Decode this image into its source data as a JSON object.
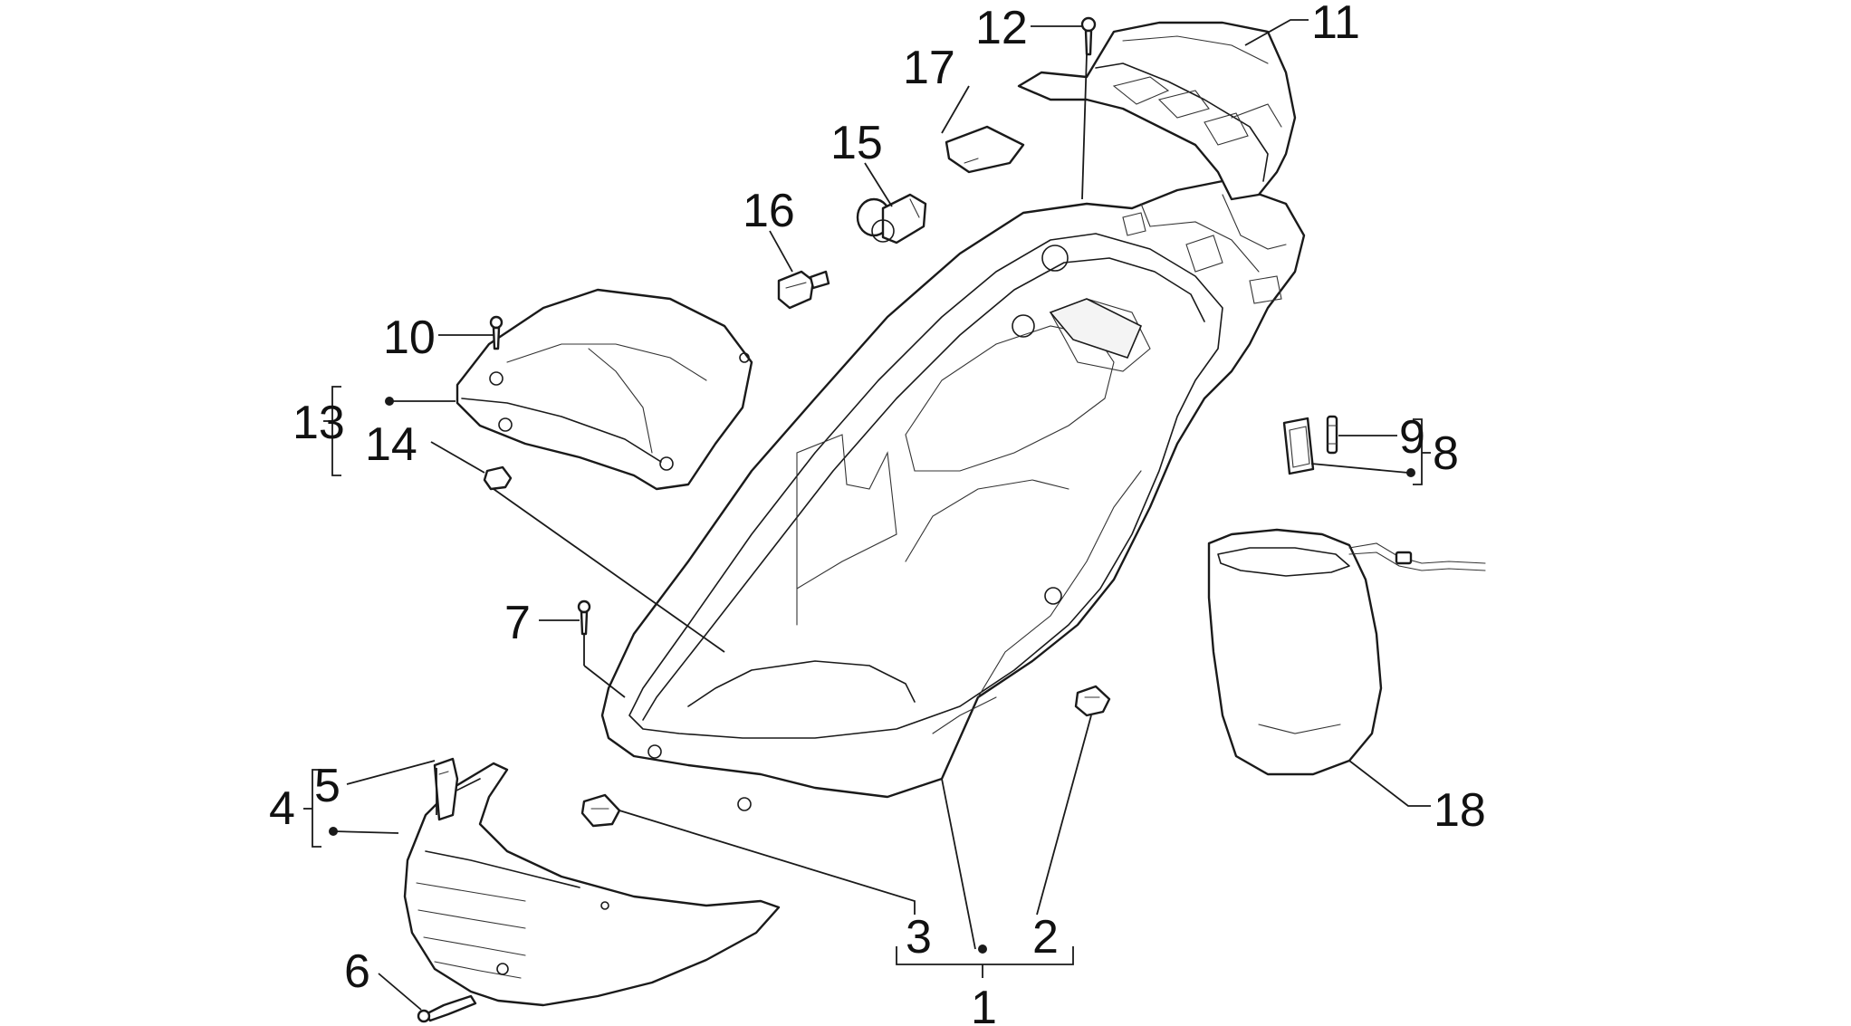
{
  "callouts": {
    "c1": "1",
    "c2": "2",
    "c3": "3",
    "c4": "4",
    "c5": "5",
    "c6": "6",
    "c7": "7",
    "c8": "8",
    "c9": "9",
    "c10": "10",
    "c11": "11",
    "c12": "12",
    "c13": "13",
    "c14": "14",
    "c15": "15",
    "c16": "16",
    "c17": "17",
    "c18": "18"
  },
  "colors": {
    "line": "#1a1a1a",
    "background": "#ffffff"
  }
}
